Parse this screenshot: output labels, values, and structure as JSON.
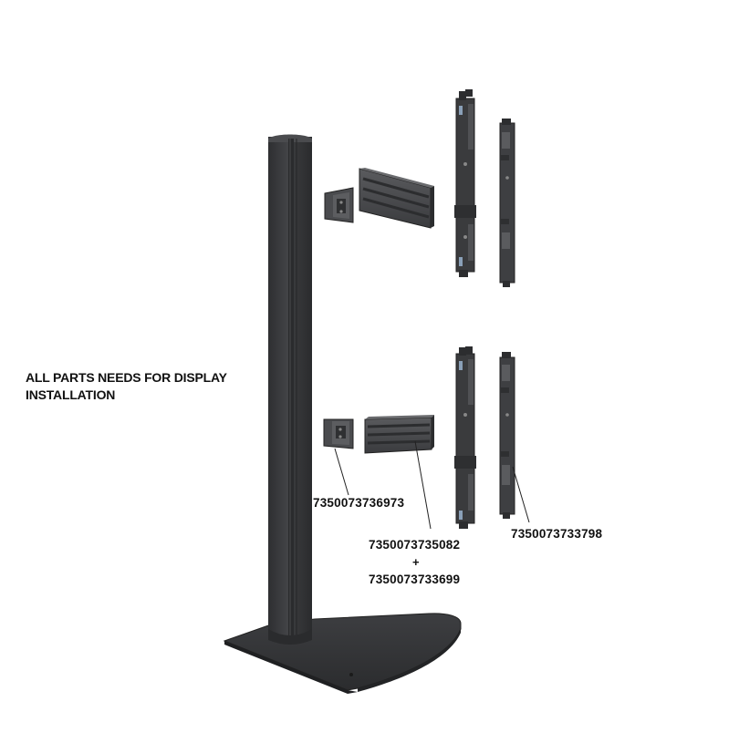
{
  "caption": {
    "line1": "ALL PARTS NEEDS FOR DISPLAY",
    "line2": "INSTALLATION"
  },
  "part_numbers": {
    "bracket": "7350073736973",
    "rail_primary": "7350073735082",
    "plus": "+",
    "rail_secondary": "7350073733699",
    "hanger": "7350073733798"
  },
  "colors": {
    "metal_dark": "#3a3b3d",
    "metal_mid": "#505154",
    "metal_light": "#6a6b6e",
    "leader_line": "#222222"
  }
}
